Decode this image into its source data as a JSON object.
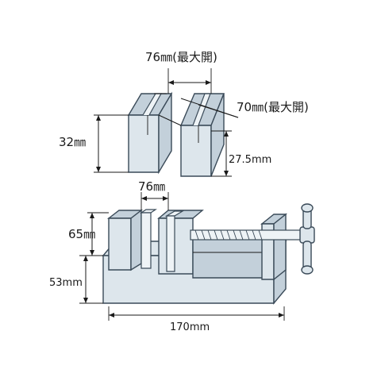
{
  "labels": {
    "jaw_open_width_top": "76㎜(最大開)",
    "jaw_open_width_inner": "70㎜(最大開)",
    "jaw_height": "32㎜",
    "jaw_inner_height": "27.5mm",
    "jaw_width": "76㎜",
    "jaw_depth": "65㎜",
    "base_height": "53mm",
    "total_length": "170mm"
  },
  "colors": {
    "body_fill": "#dde6ec",
    "shade_fill": "#c3d0da",
    "outline": "#3a4a58"
  }
}
